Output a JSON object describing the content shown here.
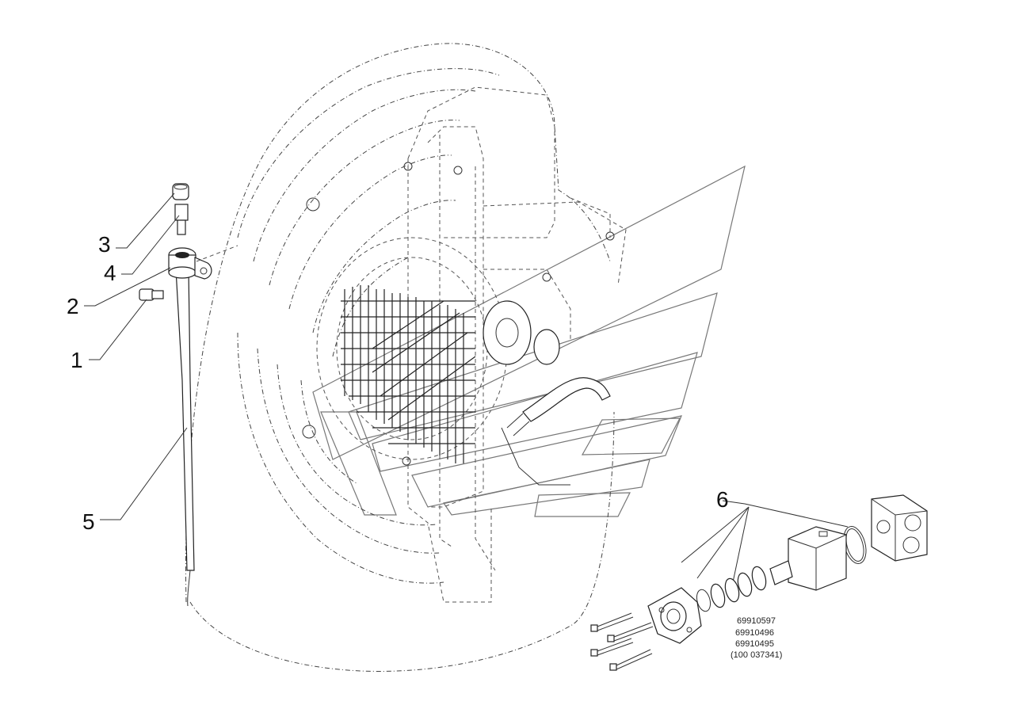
{
  "diagram": {
    "callouts": [
      {
        "id": "c3",
        "label": "3"
      },
      {
        "id": "c4",
        "label": "4"
      },
      {
        "id": "c2",
        "label": "2"
      },
      {
        "id": "c1",
        "label": "1"
      },
      {
        "id": "c5",
        "label": "5"
      },
      {
        "id": "c6",
        "label": "6"
      }
    ],
    "part_numbers": [
      "69910597",
      "69910496",
      "69910495",
      "(100 037341)"
    ]
  }
}
